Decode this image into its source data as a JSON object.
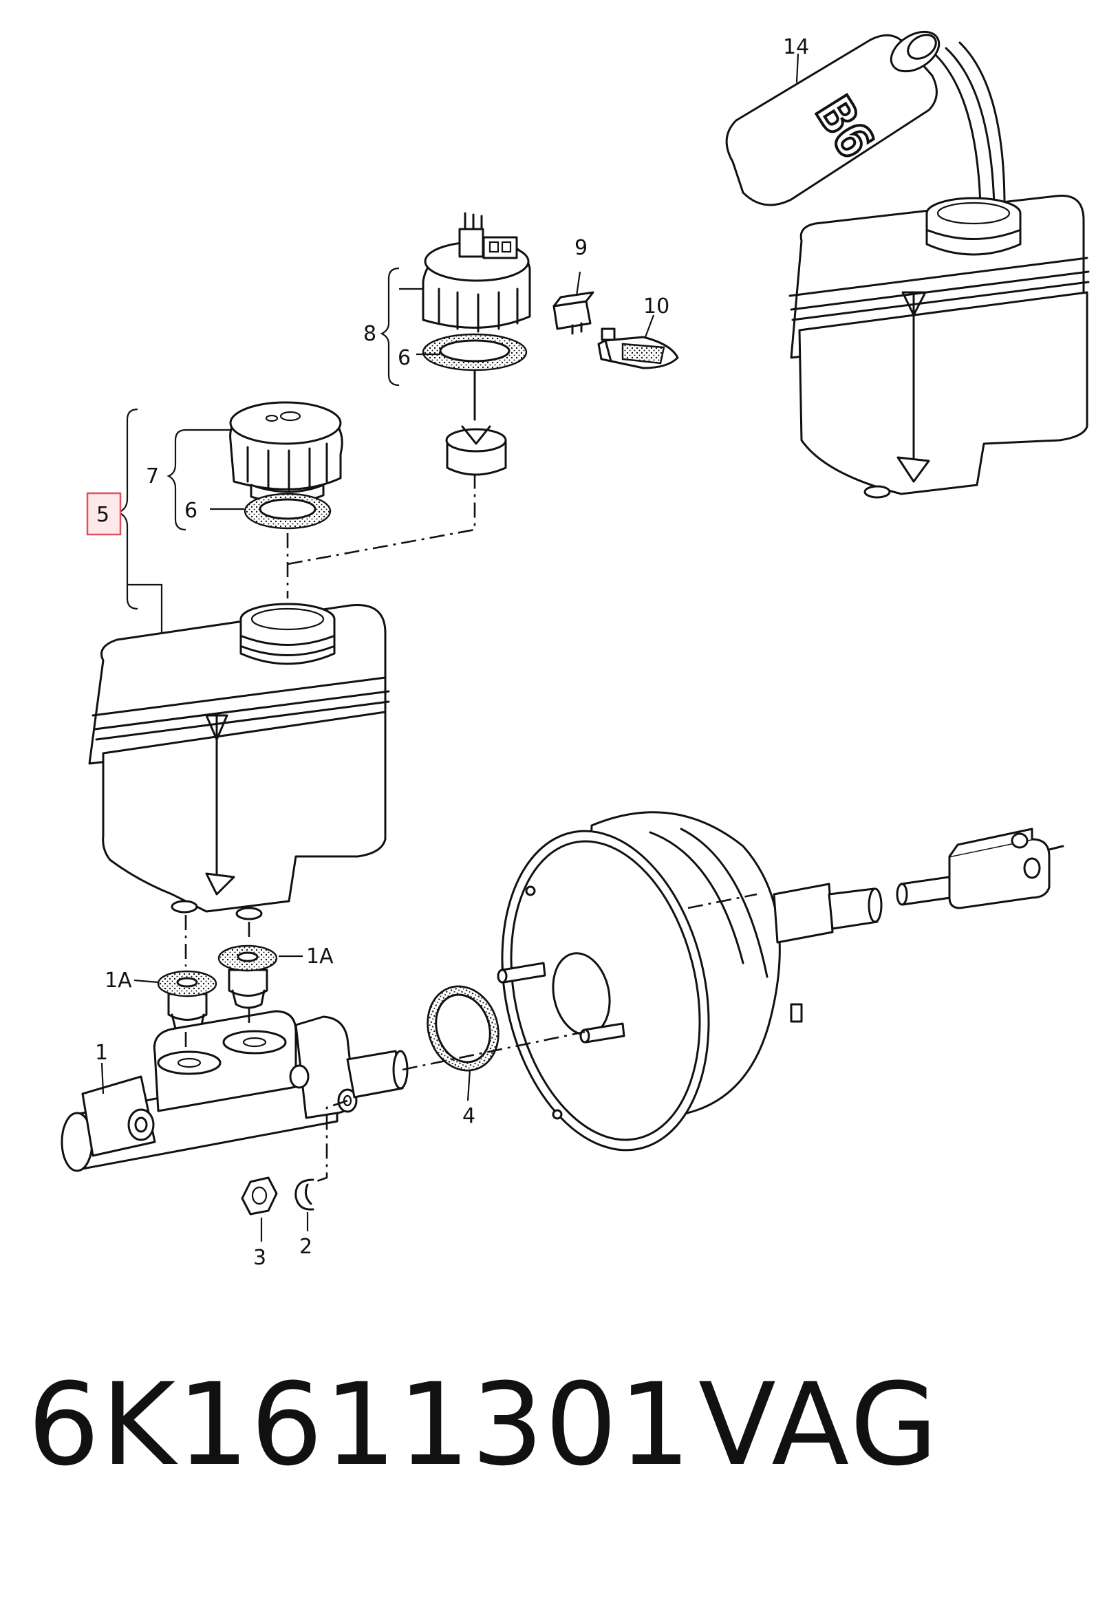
{
  "callouts": {
    "c14": "14",
    "c9": "9",
    "c10": "10",
    "c8": "8",
    "c6_upper": "6",
    "c7": "7",
    "c6_lower": "6",
    "c5": "5",
    "c1a_right": "1A",
    "c1a_left": "1A",
    "c1": "1",
    "c4": "4",
    "c3": "3",
    "c2": "2"
  },
  "bottle_text": "B6",
  "footer": {
    "part_number": "6K1611301",
    "brand": "VAG"
  },
  "colors": {
    "line": "#111111",
    "highlight_border": "#e0525f",
    "highlight_fill": "#fde8ea"
  }
}
